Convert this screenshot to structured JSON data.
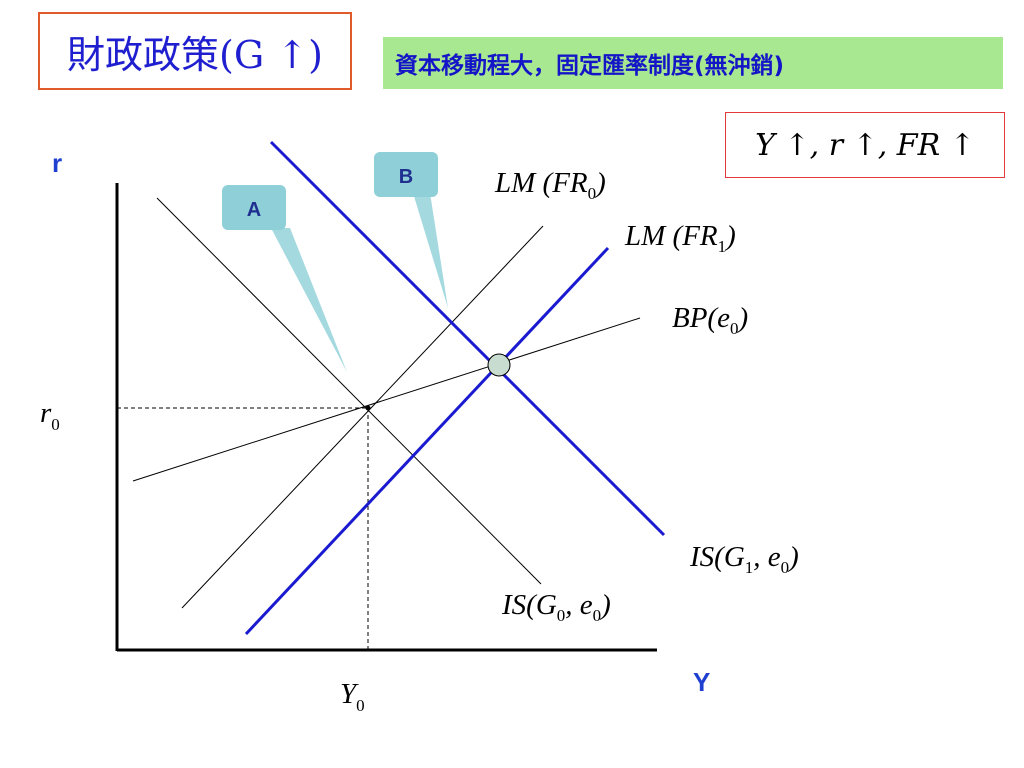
{
  "title": "財政政策(G ↑)",
  "subtitle": "資本移動程大，固定匯率制度(無沖銷)",
  "result": "Y ↑, r ↑, FR ↑",
  "axes": {
    "y_label": "r",
    "x_label": "Y",
    "r0": "r",
    "r0_sub": "0",
    "y0": "Y",
    "y0_sub": "0"
  },
  "callouts": {
    "a": "A",
    "b": "B"
  },
  "curves": {
    "lm0": {
      "base": "LM (FR",
      "sub": "0",
      "close": ")"
    },
    "lm1": {
      "base": "LM (FR",
      "sub": "1",
      "close": ")"
    },
    "bp": {
      "base": "BP(e",
      "sub": "0",
      "close": ")"
    },
    "is1": {
      "base": "IS(G",
      "sub1": "1",
      "mid": ", e",
      "sub2": "0",
      "close": ")"
    },
    "is0": {
      "base": "IS(G",
      "sub1": "0",
      "mid": ", e",
      "sub2": "0",
      "close": ")"
    }
  },
  "colors": {
    "title_text": "#1f1fd0",
    "shifted_curve": "#1a1ad0",
    "callout_fill": "#8fd0d8",
    "point_fill": "#c8dcd0"
  }
}
